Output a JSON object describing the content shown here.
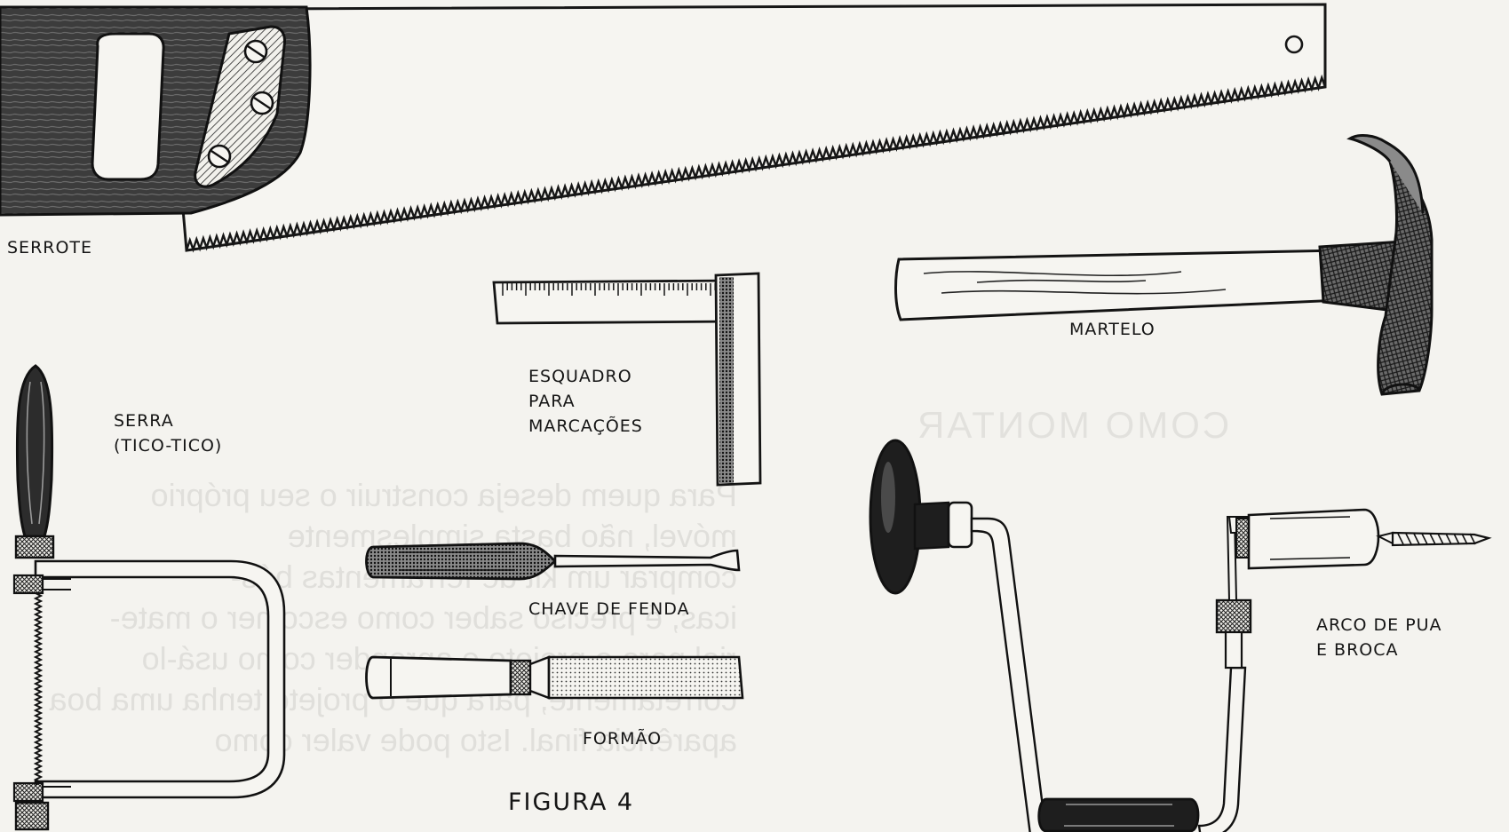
{
  "labels": {
    "serrote": "SERROTE",
    "serra_line1": "SERRA",
    "serra_line2": "(TICO-TICO)",
    "esquadro_line1": "ESQUADRO",
    "esquadro_line2": "PARA",
    "esquadro_line3": "MARCAÇÕES",
    "martelo": "MARTELO",
    "chave": "CHAVE DE FENDA",
    "formao": "FORMÃO",
    "arco_line1": "ARCO DE PUA",
    "arco_line2": "E BROCA"
  },
  "caption": "FIGURA 4",
  "bleed_through": {
    "heading": "COMO MONTAR",
    "lines": [
      "Para quem deseja construir o seu próprio",
      "móvel, não basta simplesmente",
      "comprar um kit de ferramentas bás-",
      "icas, é preciso saber como escolher o mate-",
      "rial para o projeto e aprender como usá-lo",
      "corretamente, para que o projeto tenha uma boa",
      "aparência final. Isto pode valer como"
    ]
  },
  "colors": {
    "paper": "#f4f3ef",
    "ink": "#151515",
    "wood_dark": "#3a3a3a"
  }
}
